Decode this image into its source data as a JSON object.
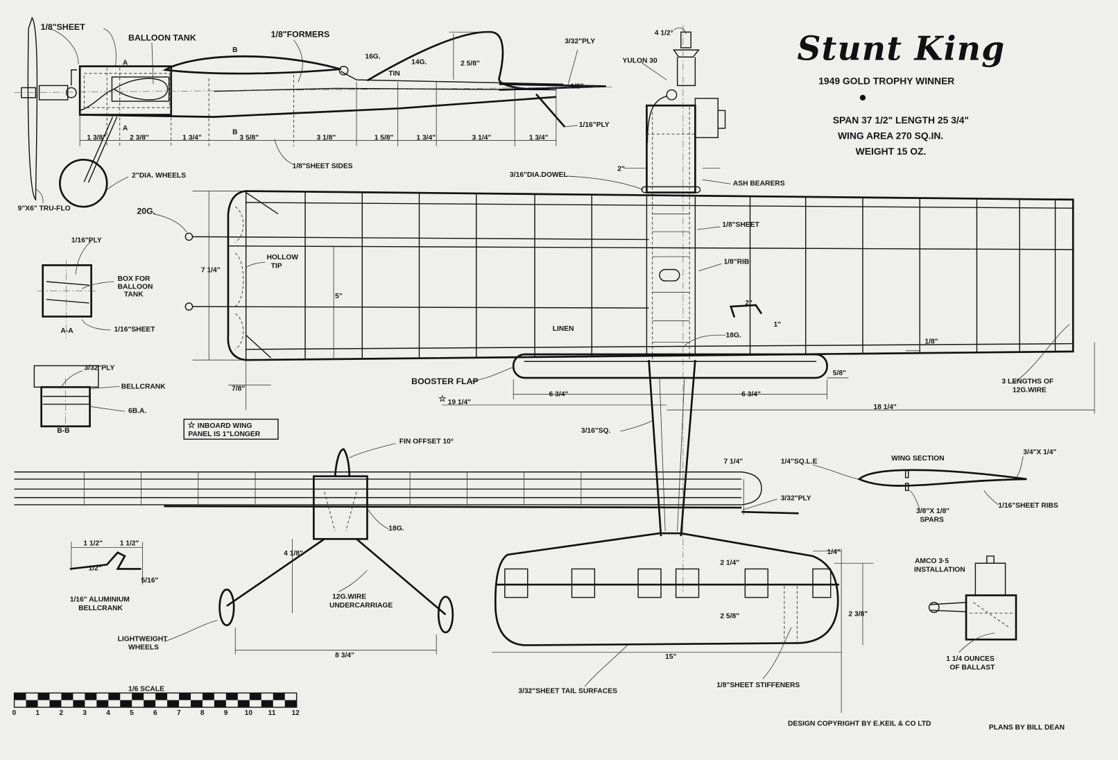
{
  "title": {
    "logo": "Stunt King",
    "subtitle": "1949 GOLD TROPHY WINNER",
    "specs": [
      "SPAN 37 1/2\"  LENGTH 25 3/4\"",
      "WING AREA 270 SQ.IN.",
      "WEIGHT 15 OZ."
    ]
  },
  "side_view": {
    "sheet": "1/8\"SHEET",
    "balloon_tank": "BALLOON TANK",
    "section_a": "A",
    "section_b": "B",
    "formers": "1/8\"FORMERS",
    "g16": "16G.",
    "tin": "TIN",
    "g14": "14G.",
    "fin_height": "2 5/8\"",
    "ply_332": "3/32\"PLY",
    "half": "1/2\"",
    "ply_116": "1/16\"PLY",
    "dims": [
      "1 3/8\"",
      "2 3/8\"",
      "1 3/4\"",
      "3 5/8\"",
      "3 1/8\"",
      "1 5/8\"",
      "1 3/4\"",
      "3 1/4\"",
      "1 3/4\""
    ],
    "sheet_sides": "1/8\"SHEET SIDES",
    "wheels": "2\"DIA. WHEELS",
    "prop": "9\"X6\" TRU-FLO"
  },
  "engine_view": {
    "angle": "4 1/2°",
    "engine": "YULON 30",
    "width": "2\"",
    "dowel": "3/16\"DIA.DOWEL",
    "bearers": "ASH BEARERS"
  },
  "sections": {
    "ply_116": "1/16\"PLY",
    "box": [
      "BOX FOR",
      "BALLOON",
      "TANK"
    ],
    "aa": "A-A",
    "sheet_116": "1/16\"SHEET",
    "ply_332": "3/32\"PLY",
    "bellcrank": "BELLCRANK",
    "ba6": "6B.A.",
    "bb": "B-B"
  },
  "plan_view": {
    "g20": "20G.",
    "chord": "7 1/4\"",
    "hollow_tip": [
      "HOLLOW",
      "TIP"
    ],
    "five": "5\"",
    "sheet": "1/8\"SHEET",
    "rib": "1/8\"RIB",
    "two": "2\"",
    "one": "1\"",
    "g18": "18G.",
    "linen": "LINEN",
    "eighth": "1/8\"",
    "booster_flap": "BOOSTER FLAP",
    "flap_chord": "5/8\"",
    "flap_left": "6 3/4\"",
    "flap_right": "6 3/4\"",
    "tip_offset": "7/8\"",
    "inboard_span": "19 1/4\"",
    "outboard_span": "18 1/4\"",
    "wire": [
      "3 LENGTHS OF",
      "12G.WIRE"
    ],
    "note": [
      "INBOARD WING",
      "PANEL IS 1\"LONGER"
    ],
    "sq": "3/16\"SQ.",
    "tail_moment": "7 1/4\""
  },
  "front_view": {
    "fin_offset": "FIN OFFSET 10°",
    "ply": "3/32\"PLY",
    "g18": "18G.",
    "height": "4 1/8\"",
    "uc": [
      "12G.WIRE",
      "UNDERCARRIAGE"
    ],
    "wheels": [
      "LIGHTWEIGHT",
      "WHEELS"
    ],
    "track": "8 3/4\""
  },
  "bellcrank": {
    "d1": "1 1/2\"",
    "d2": "1 1/2\"",
    "d3": "1/2\"",
    "d4": "5/16\"",
    "label": [
      "1/16\" ALUMINIUM",
      "BELLCRANK"
    ]
  },
  "wing_section": {
    "title": "WING SECTION",
    "le": "1/4\"SQ.L.E",
    "te": "3/4\"X 1/4\"",
    "spars": [
      "3/8\"X 1/8\"",
      "SPARS"
    ],
    "ribs": "1/16\"SHEET RIBS"
  },
  "tail": {
    "quarter": "1/4\"",
    "front": "2 1/4\"",
    "rear": "2 5/8\"",
    "tip": "2 3/8\"",
    "span": "15\"",
    "surfaces": "3/32\"SHEET TAIL SURFACES",
    "stiffeners": "1/8\"SHEET STIFFENERS"
  },
  "amco": {
    "title": [
      "AMCO 3·5",
      "INSTALLATION"
    ],
    "ballast": [
      "1 1/4 OUNCES",
      "OF BALLAST"
    ]
  },
  "scale": {
    "label": "1/6 SCALE",
    "ticks": [
      "0",
      "1",
      "2",
      "3",
      "4",
      "5",
      "6",
      "7",
      "8",
      "9",
      "10",
      "11",
      "12"
    ]
  },
  "footer": {
    "copyright": "DESIGN COPYRIGHT BY E.KEIL & CO LTD",
    "credit": "PLANS BY BILL DEAN"
  }
}
